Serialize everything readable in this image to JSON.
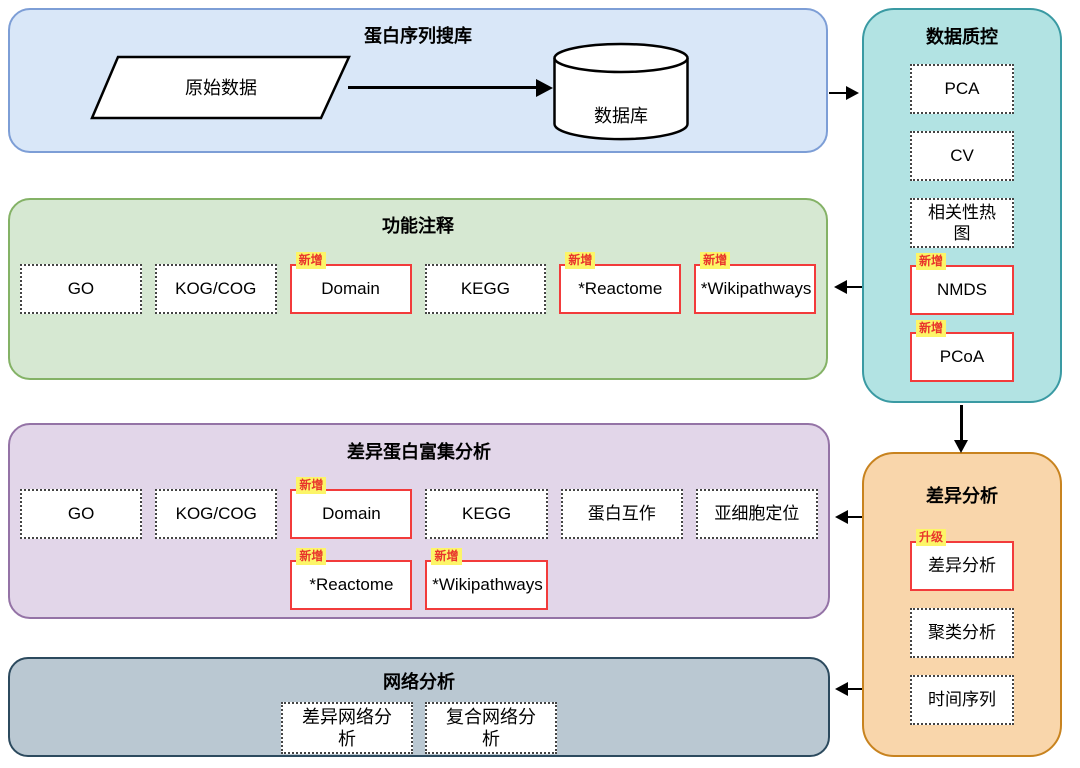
{
  "colors": {
    "highlight_border": "#f23b3b",
    "badge_bg": "#fcf568",
    "badge_text": "#e8352c",
    "arrow": "#000000",
    "sections": {
      "search": "#d9e7f8",
      "qc": "#b2e3e3",
      "annotation": "#d6e8d2",
      "enrichment": "#e2d6e9",
      "network": "#bac8d2",
      "diff": "#f9d6ab"
    }
  },
  "protein_search": {
    "title": "蛋白序列搜库",
    "raw_data": "原始数据",
    "database": "数据库"
  },
  "qc": {
    "title": "数据质控",
    "items": [
      {
        "name": "pca",
        "label": "PCA",
        "variant": "dotted"
      },
      {
        "name": "cv",
        "label": "CV",
        "variant": "dotted"
      },
      {
        "name": "correlation-heatmap",
        "label": "相关性热图",
        "variant": "dotted"
      },
      {
        "name": "nmds",
        "label": "NMDS",
        "variant": "red",
        "badge": "新增"
      },
      {
        "name": "pcoa",
        "label": "PCoA",
        "variant": "red",
        "badge": "新增"
      }
    ]
  },
  "annotation": {
    "title": "功能注释",
    "items": [
      {
        "name": "go",
        "label": "GO",
        "variant": "dotted"
      },
      {
        "name": "kog-cog",
        "label": "KOG/COG",
        "variant": "dotted"
      },
      {
        "name": "domain",
        "label": "Domain",
        "variant": "red",
        "badge": "新增"
      },
      {
        "name": "kegg",
        "label": "KEGG",
        "variant": "dotted"
      },
      {
        "name": "reactome",
        "label": "*Reactome",
        "variant": "red",
        "badge": "新增"
      },
      {
        "name": "wikipathways",
        "label": "*Wikipathways",
        "variant": "red",
        "badge": "新增"
      }
    ]
  },
  "enrichment": {
    "title": "差异蛋白富集分析",
    "row1": [
      {
        "name": "go",
        "label": "GO",
        "variant": "dotted"
      },
      {
        "name": "kog-cog",
        "label": "KOG/COG",
        "variant": "dotted"
      },
      {
        "name": "domain",
        "label": "Domain",
        "variant": "red",
        "badge": "新增"
      },
      {
        "name": "kegg",
        "label": "KEGG",
        "variant": "dotted"
      },
      {
        "name": "protein-interaction",
        "label": "蛋白互作",
        "variant": "dotted"
      },
      {
        "name": "subcellular-localization",
        "label": "亚细胞定位",
        "variant": "dotted"
      }
    ],
    "row2": [
      {
        "name": "reactome",
        "label": "*Reactome",
        "variant": "red",
        "badge": "新增"
      },
      {
        "name": "wikipathways",
        "label": "*Wikipathways",
        "variant": "red",
        "badge": "新增"
      }
    ]
  },
  "network": {
    "title": "网络分析",
    "items": [
      {
        "name": "differential-network",
        "label": "差异网络分析",
        "variant": "dotted"
      },
      {
        "name": "composite-network",
        "label": "复合网络分析",
        "variant": "dotted"
      }
    ]
  },
  "diff": {
    "title": "差异分析",
    "items": [
      {
        "name": "differential-analysis",
        "label": "差异分析",
        "variant": "red",
        "badge": "升级"
      },
      {
        "name": "cluster-analysis",
        "label": "聚类分析",
        "variant": "dotted"
      },
      {
        "name": "time-series",
        "label": "时间序列",
        "variant": "dotted"
      }
    ]
  }
}
